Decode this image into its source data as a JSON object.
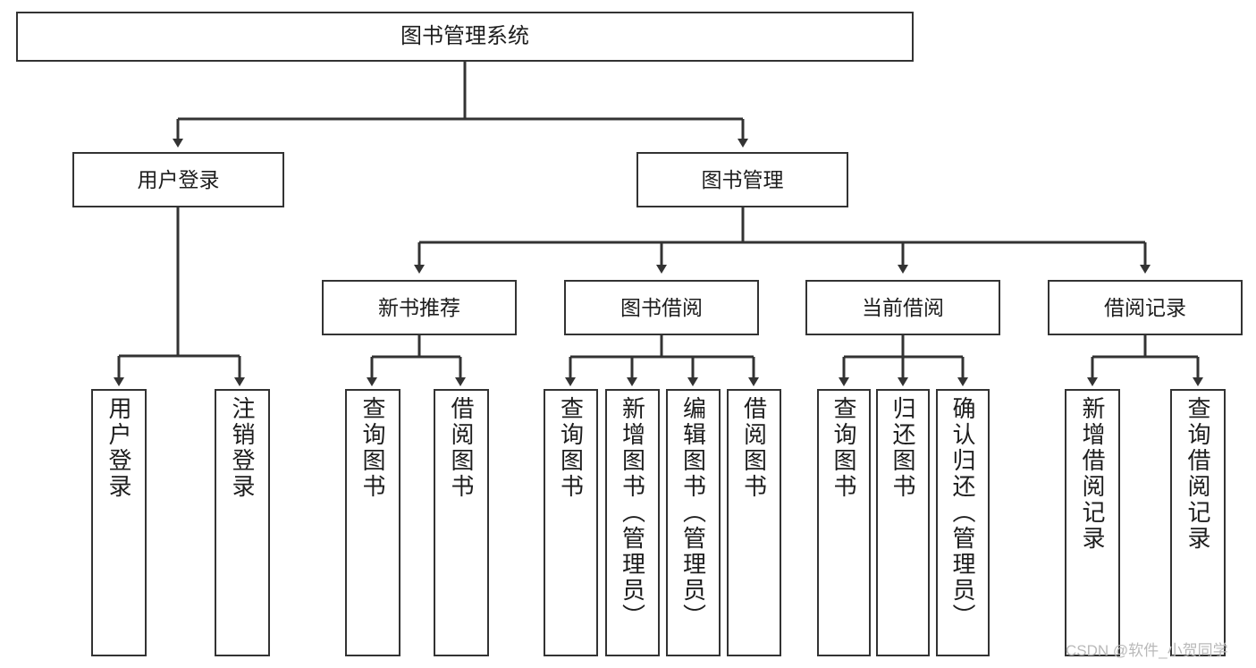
{
  "diagram": {
    "title": "图书管理系统",
    "type": "tree-hierarchy",
    "root": {
      "label": "图书管理系统"
    },
    "level2": [
      {
        "label": "用户登录"
      },
      {
        "label": "图书管理"
      }
    ],
    "level3": [
      {
        "label": "新书推荐"
      },
      {
        "label": "图书借阅"
      },
      {
        "label": "当前借阅"
      },
      {
        "label": "借阅记录"
      }
    ],
    "leaves": {
      "user_login": [
        {
          "label": "用户登录"
        },
        {
          "label": "注销登录"
        }
      ],
      "new_book_recommend": [
        {
          "label": "查询图书"
        },
        {
          "label": "借阅图书"
        }
      ],
      "book_borrow": [
        {
          "label": "查询图书"
        },
        {
          "label": "新增图书（管理员）"
        },
        {
          "label": "编辑图书（管理员）"
        },
        {
          "label": "借阅图书"
        }
      ],
      "current_borrow": [
        {
          "label": "查询图书"
        },
        {
          "label": "归还图书"
        },
        {
          "label": "确认归还（管理员）"
        }
      ],
      "borrow_record": [
        {
          "label": "新增借阅记录"
        },
        {
          "label": "查询借阅记录"
        }
      ]
    }
  },
  "watermark": {
    "text": "CSDN @软件_小贺同学"
  },
  "colors": {
    "box_border": "#333333",
    "box_fill": "#ffffff",
    "connector": "#333333",
    "text": "#1d1d1d",
    "watermark": "#b9b9b9",
    "background": "#ffffff"
  }
}
